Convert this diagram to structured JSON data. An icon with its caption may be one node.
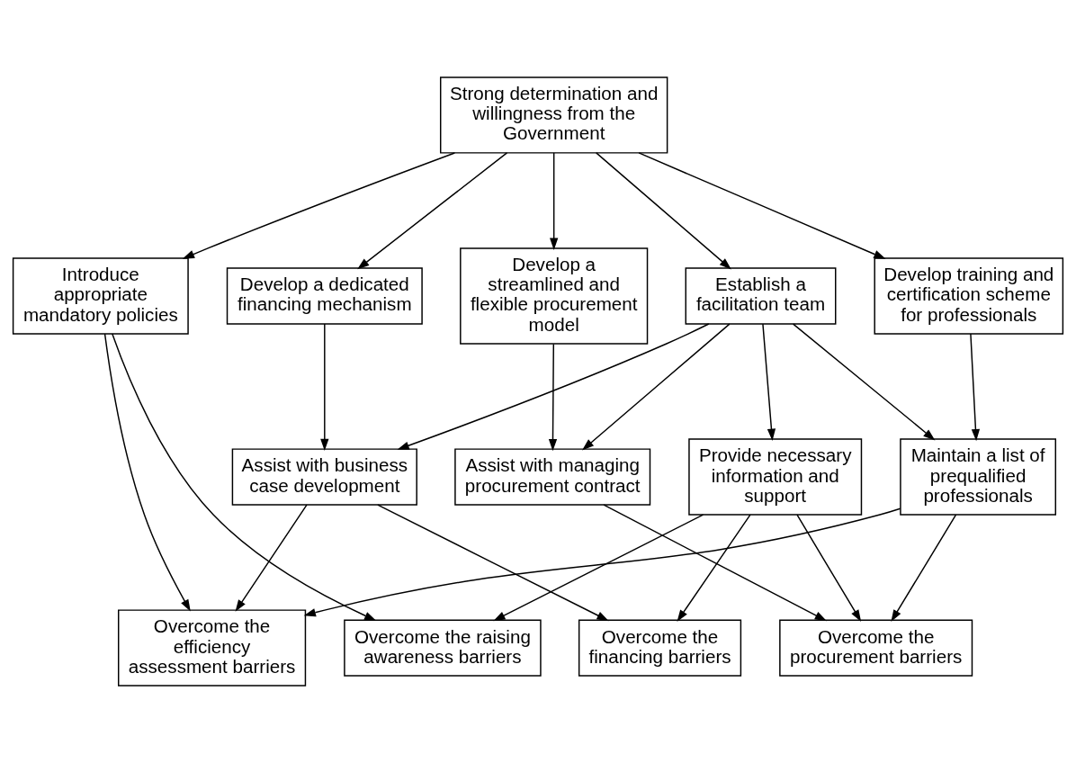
{
  "diagram": {
    "nodes": [
      {
        "text": [
          "Strong determination and willingness from the Government"
        ]
      },
      {
        "text": [
          "Introduce appropriate mandatory policies"
        ]
      },
      {
        "text": [
          "Develop a dedicated financing mechanism"
        ]
      },
      {
        "text": [
          "Develop a streamlined and flexible procurement model"
        ]
      },
      {
        "text": [
          "Establish a facilitation team"
        ]
      },
      {
        "text": [
          "Develop training and certification scheme for professionals"
        ]
      },
      {
        "text": [
          "Assist with business case development"
        ]
      },
      {
        "text": [
          "Assist with managing procurement contract"
        ]
      },
      {
        "text": [
          "Provide necessary information and support"
        ]
      },
      {
        "text": [
          "Maintain a list of prequalified professionals"
        ]
      },
      {
        "text": [
          "Overcome the efficiency assessment barriers"
        ]
      },
      {
        "text": [
          "Overcome the raising awareness barriers"
        ]
      },
      {
        "text": [
          "Overcome the financing barriers"
        ]
      },
      {
        "text": [
          "Overcome the procurement barriers"
        ]
      }
    ],
    "edges": [
      {
        "from": 0,
        "to": 1,
        "arrow": "to"
      },
      {
        "from": 0,
        "to": 2,
        "arrow": "to"
      },
      {
        "from": 0,
        "to": 3,
        "arrow": "to"
      },
      {
        "from": 0,
        "to": 4,
        "arrow": "to"
      },
      {
        "from": 0,
        "to": 5,
        "arrow": "to"
      },
      {
        "from": 2,
        "to": 6,
        "arrow": "to"
      },
      {
        "from": 3,
        "to": 7,
        "arrow": "to"
      },
      {
        "from": 4,
        "to": 6,
        "arrow": "to"
      },
      {
        "from": 4,
        "to": 7,
        "arrow": "to"
      },
      {
        "from": 4,
        "to": 8,
        "arrow": "to"
      },
      {
        "from": 4,
        "to": 9,
        "arrow": "to"
      },
      {
        "from": 5,
        "to": 9,
        "arrow": "to"
      },
      {
        "from": 1,
        "to": 10,
        "arrow": "to"
      },
      {
        "from": 1,
        "to": 11,
        "arrow": "to"
      },
      {
        "from": 6,
        "to": 10,
        "arrow": "to"
      },
      {
        "from": 6,
        "to": 12,
        "arrow": "to"
      },
      {
        "from": 7,
        "to": 13,
        "arrow": "to"
      },
      {
        "from": 8,
        "to": 11,
        "arrow": "to"
      },
      {
        "from": 8,
        "to": 12,
        "arrow": "to"
      },
      {
        "from": 8,
        "to": 13,
        "arrow": "to"
      },
      {
        "from": 9,
        "to": 10,
        "arrow": "to"
      },
      {
        "from": 9,
        "to": 13,
        "arrow": "to"
      }
    ]
  }
}
